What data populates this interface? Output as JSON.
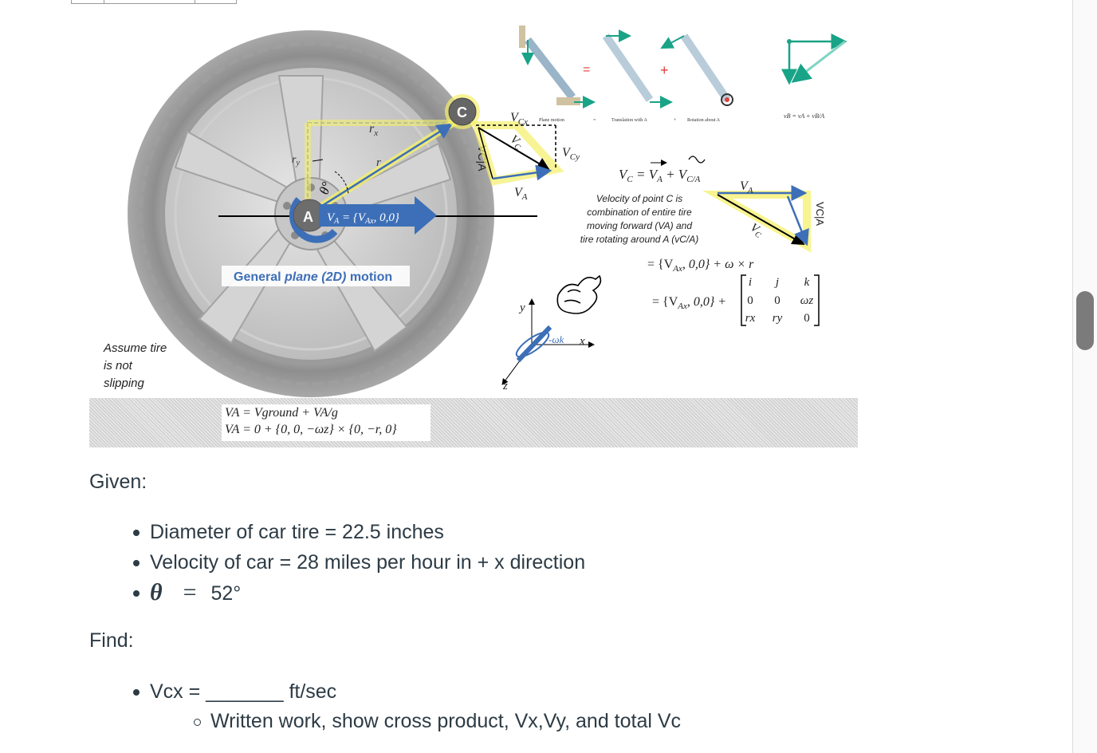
{
  "figure": {
    "point_c": "C",
    "point_a": "A",
    "rx": "r",
    "rx_sub": "x",
    "ry": "r",
    "ry_sub": "y",
    "r": "r",
    "angle": "θ°",
    "va_label": "V",
    "va_sub": "A",
    "va_value": " = {V",
    "va_value_sub": "Ax",
    "va_value_end": ", 0,0}",
    "motion_part1": "General ",
    "motion_part2": "plane (2D)",
    "motion_part3": " motion",
    "assume_line1": "Assume tire",
    "assume_line2": "is not",
    "assume_line3": "slipping",
    "vcx": "V",
    "vcx_sub": "Cx",
    "vc": "V",
    "vc_sub": "C",
    "vcy": "V",
    "vcy_sub": "Cy",
    "vca": "VC|A",
    "va_small": "V",
    "va_small_sub": "A",
    "caption_plane": "Plane motion",
    "caption_translation": "Translation with A",
    "caption_rotation": "Rotation about A",
    "eq_sign1": "=",
    "eq_sign2": "=",
    "plus1": "+",
    "plus2": "+",
    "vb_eq": "v",
    "vb_eq_text": "B = vA + vB/A",
    "main_eq": "V",
    "main_eq_sub1": "C",
    "main_eq_rest": " = V",
    "main_eq_sub2": "A",
    "main_eq_plus": " + V",
    "main_eq_sub3": "C/A",
    "desc_line1": "Velocity of point C is",
    "desc_line2": "combination of entire tire",
    "desc_line3": "moving forward (VA) and",
    "desc_line4": "tire rotating around A (vC/A)",
    "cross_eq1": "= {V",
    "cross_eq1_sub": "Ax",
    "cross_eq1_end": ", 0,0} + ω × r",
    "cross_eq2": "= {V",
    "cross_eq2_sub": "Ax",
    "cross_eq2_end": ", 0,0} +",
    "matrix": [
      "i",
      "j",
      "k",
      "0",
      "0",
      "ωz",
      "rx",
      "ry",
      "0"
    ],
    "axis_y": "y",
    "axis_x": "x",
    "axis_z": "z",
    "omega_k": "-ωk",
    "tri_va": "V",
    "tri_va_sub": "A",
    "tri_vc": "V",
    "tri_vc_sub": "C",
    "tri_vca": "VC|A"
  },
  "equations": {
    "line1": "VA = Vground + VA/g",
    "line2": "VA = 0 + {0, 0, −ωz} × {0, −r, 0}"
  },
  "given": {
    "heading": "Given:",
    "items": [
      "Diameter of car tire = 22.5 inches",
      "Velocity of car = 28 miles per hour in + x direction"
    ],
    "theta_symbol": "θ",
    "theta_equals": "=",
    "theta_value": "52°"
  },
  "find": {
    "heading": "Find:",
    "item": "Vcx = _______ ft/sec",
    "sub_item": "Written work, show cross product, Vx,Vy, and total Vc"
  },
  "colors": {
    "blue": "#3d6fb8",
    "yellow": "#f5f06a",
    "teal": "#19a387",
    "text": "#2d3b45"
  }
}
